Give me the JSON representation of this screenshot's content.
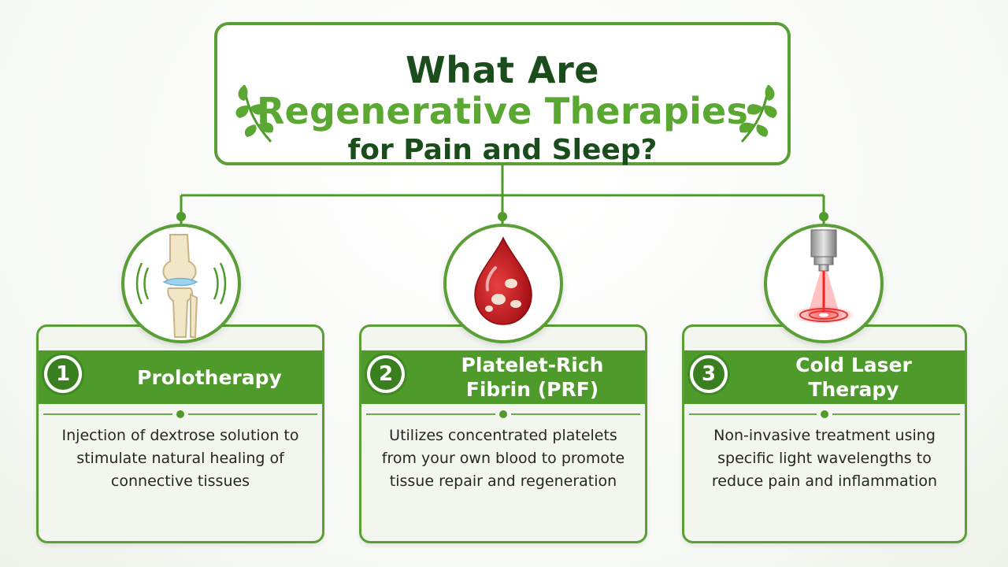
{
  "title": {
    "line1": "What Are",
    "line2": "Regenerative Therapies",
    "line3": "for Pain and Sleep?"
  },
  "colors": {
    "primary_green": "#4e9a2a",
    "dark_green": "#1b4d1c",
    "accent_green": "#5aa832",
    "card_bg": "#f3f6ef"
  },
  "therapies": [
    {
      "number": "1",
      "title": "Prolotherapy",
      "icon": "knee-joint-icon",
      "description": "Injection of dextrose solution to stimulate natural healing of connective tissues"
    },
    {
      "number": "2",
      "title": "Platelet-Rich Fibrin (PRF)",
      "icon": "blood-drop-icon",
      "description": "Utilizes concentrated platelets from your own blood to promote tissue repair and regeneration"
    },
    {
      "number": "3",
      "title": "Cold Laser Therapy",
      "icon": "laser-device-icon",
      "description": "Non-invasive treatment using specific light wavelengths to reduce pain and inflammation"
    }
  ]
}
